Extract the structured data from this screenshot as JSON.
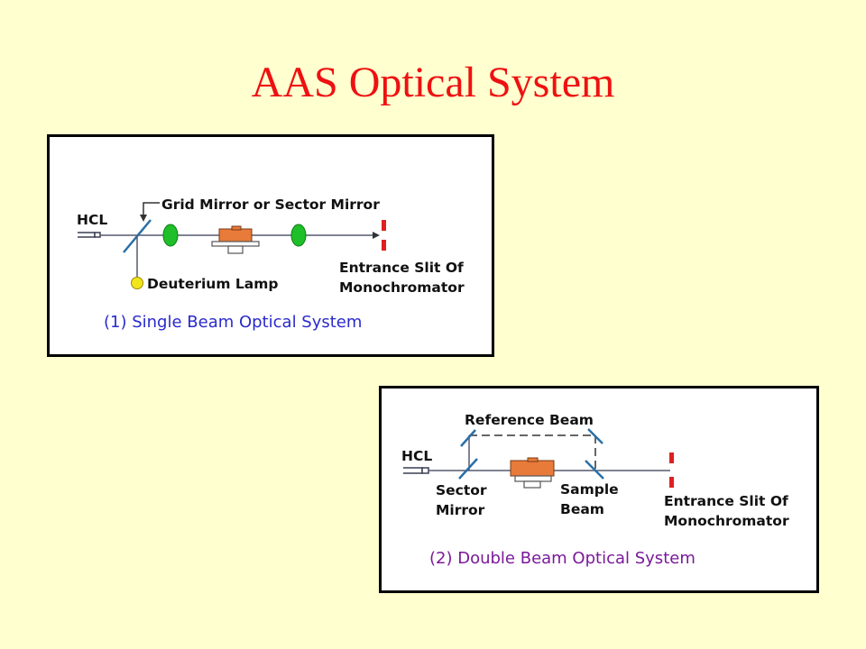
{
  "slide": {
    "title": "AAS Optical System"
  },
  "single_beam": {
    "hcl_label": "HCL",
    "grid_mirror_label": "Grid Mirror or Sector Mirror",
    "deuterium_label": "Deuterium Lamp",
    "slit_label_line1": "Entrance Slit Of",
    "slit_label_line2": "Monochromator",
    "caption": "(1) Single Beam Optical System"
  },
  "double_beam": {
    "hcl_label": "HCL",
    "reference_label": "Reference Beam",
    "sector_label_line1": "Sector",
    "sector_label_line2": "Mirror",
    "sample_label_line1": "Sample",
    "sample_label_line2": "Beam",
    "slit_label_line1": "Entrance Slit Of",
    "slit_label_line2": "Monochromator",
    "caption": "(2) Double Beam Optical System"
  },
  "colors": {
    "background": "#ffffcf",
    "title": "#ee1111",
    "beam_line": "#555a6e",
    "mirror": "#2a6fa8",
    "lens": "#1fbf2a",
    "burner": "#e87a3a",
    "slit": "#e02020",
    "deuterium_lamp": "#f2e41a",
    "caption_single": "#2a2acc",
    "caption_double": "#7a1a9a"
  }
}
